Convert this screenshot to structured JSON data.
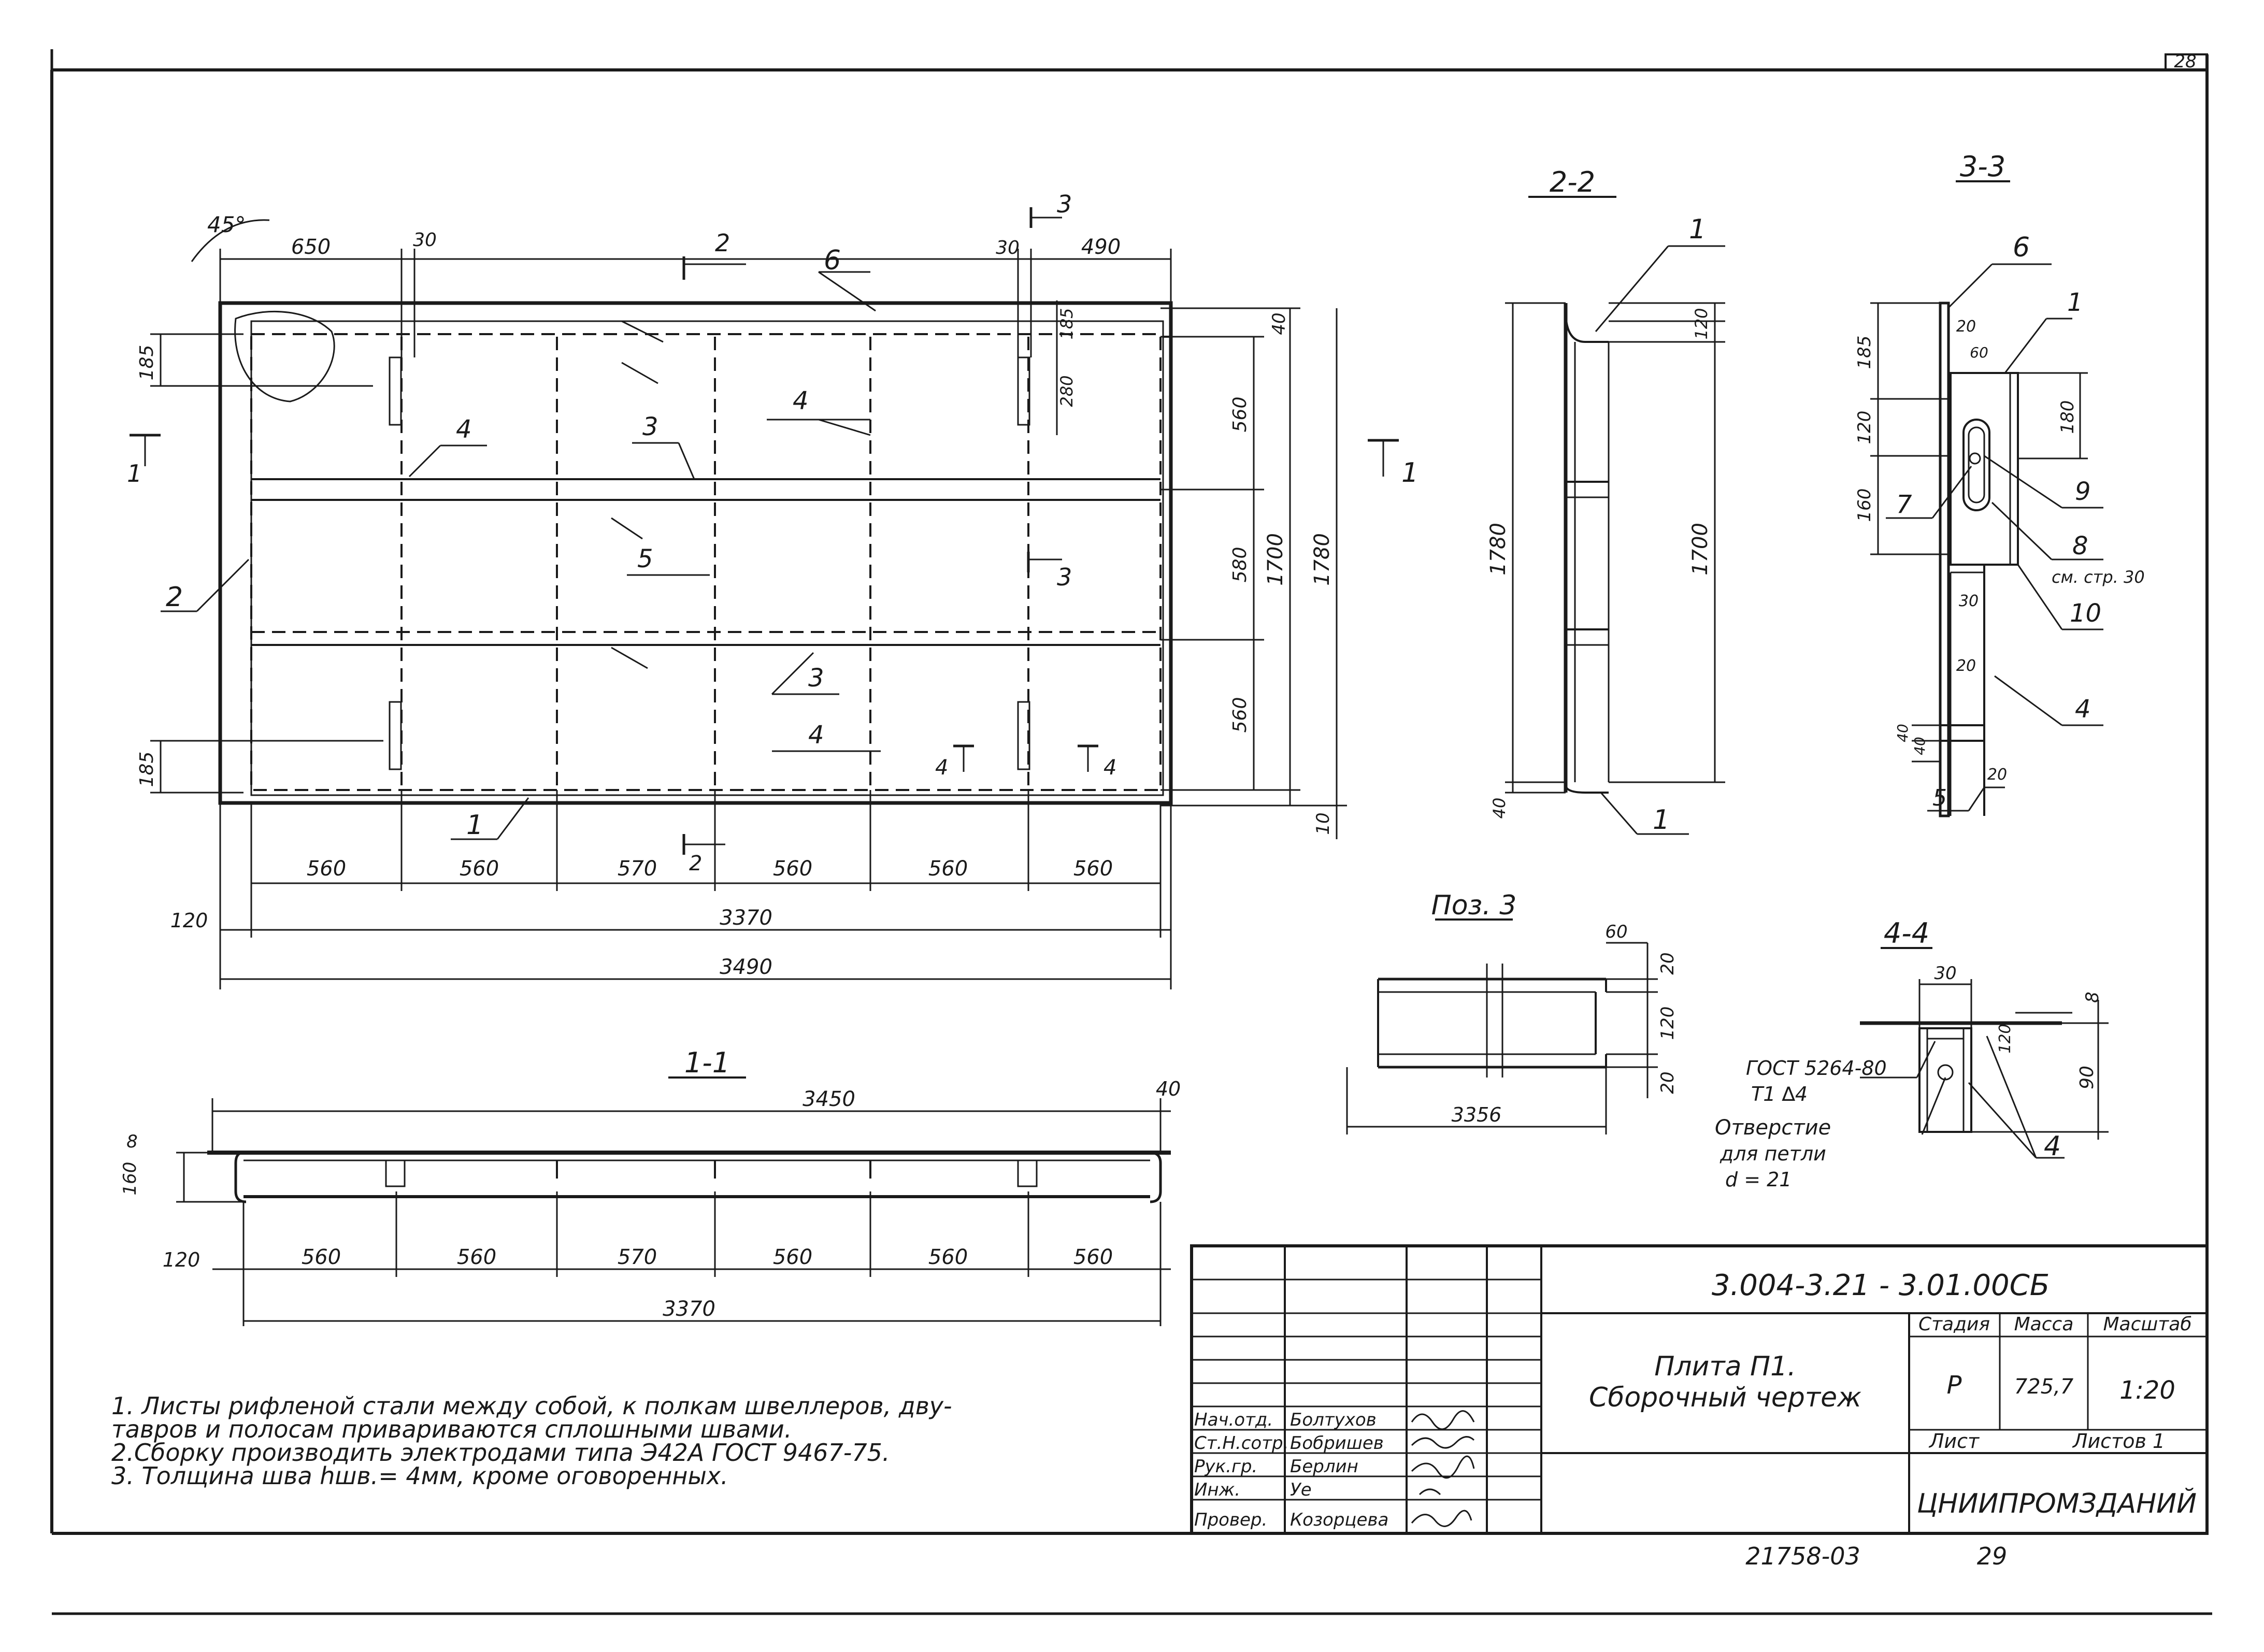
{
  "sheet_no": "29",
  "corner_mark": "28",
  "drawing_code": "3.004-3.21 - 3.01.00СБ",
  "archive_no": "21758-03",
  "page_no": "29",
  "title_block": {
    "title_line1": "Плита П1.",
    "title_line2": "Сборочный чертеж",
    "stage_label": "Стадия",
    "mass_label": "Масса",
    "scale_label": "Масштаб",
    "stage": "Р",
    "mass": "725,7",
    "scale": "1:20",
    "sheet_label": "Лист",
    "sheets_label": "Листов 1",
    "org": "ЦНИИПРОМЗДАНИЙ",
    "signers": [
      {
        "role": "Нач.отд.",
        "name": "Болтухов"
      },
      {
        "role": "Ст.Н.сотр.",
        "name": "Бобришев"
      },
      {
        "role": "Рук.гр.",
        "name": "Берлин"
      },
      {
        "role": "Инж.",
        "name": "Уе"
      },
      {
        "role": "Провер.",
        "name": "Козорцева"
      }
    ]
  },
  "notes": [
    "1. Листы рифленой стали между собой, к полкам швеллеров, дву-",
    "тавров и полосам привариваются сплошными швами.",
    "2.Сборку производить электродами типа Э42А ГОСТ 9467-75.",
    "3. Толщина шва hшв.= 4мм, кроме оговоренных."
  ],
  "plan": {
    "angle": "45°",
    "top_dims": [
      "650",
      "30",
      "30",
      "490"
    ],
    "bottom_dims": [
      "560",
      "560",
      "570",
      "560",
      "560",
      "560"
    ],
    "dim_120": "120",
    "dim_3370": "3370",
    "dim_3490": "3490",
    "right_dims": [
      "40",
      "560",
      "580",
      "560",
      "1700",
      "1780",
      "10"
    ],
    "left_dims": [
      "185",
      "185"
    ],
    "inner_dims": [
      "185",
      "280"
    ],
    "callouts": [
      "6",
      "4",
      "3",
      "5",
      "3",
      "4",
      "1",
      "2",
      "4"
    ],
    "section_marks": {
      "s1": "1",
      "s2": "2",
      "s3": "3",
      "s4": "4"
    }
  },
  "section_1_1": {
    "label": "1-1",
    "dim_3450": "3450",
    "dim_40": "40",
    "dim_8": "8",
    "dim_160": "160",
    "dim_120": "120",
    "bottom_dims": [
      "560",
      "560",
      "570",
      "560",
      "560",
      "560"
    ],
    "dim_3370": "3370"
  },
  "section_2_2": {
    "label": "2-2",
    "dims": [
      "1780",
      "1700",
      "120",
      "40"
    ],
    "callouts": [
      "1",
      "1"
    ]
  },
  "section_3_3": {
    "label": "3-3",
    "dims": [
      "185",
      "120",
      "160",
      "180",
      "20",
      "60",
      "30",
      "20",
      "40",
      "40",
      "20"
    ],
    "callouts": [
      "6",
      "1",
      "7",
      "9",
      "8",
      "10",
      "4",
      "5"
    ],
    "ref_note": "см. стр. 30"
  },
  "pos_3": {
    "label": "Поз. 3",
    "dims": [
      "60",
      "20",
      "120",
      "20",
      "3356"
    ]
  },
  "section_4_4": {
    "label": "4-4",
    "dims": [
      "30",
      "8",
      "120",
      "90"
    ],
    "gost": "ГОСТ 5264-80",
    "weld": "Т1 ∆4",
    "hole_1": "Отверстие",
    "hole_2": "для петли",
    "hole_3": "d = 21",
    "callout": "4"
  }
}
